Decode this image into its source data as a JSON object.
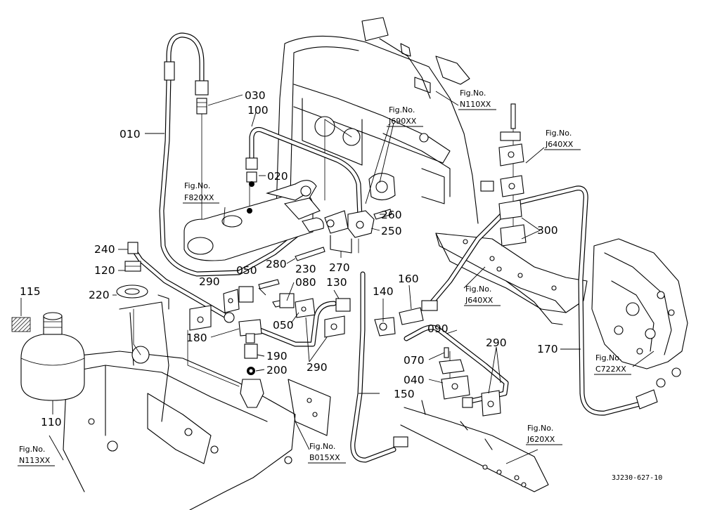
{
  "diagram": {
    "part_numbers": {
      "p010": "010",
      "p020": "020",
      "p030": "030",
      "p040": "040",
      "p050a": "050",
      "p050b": "050",
      "p070": "070",
      "p080": "080",
      "p090": "090",
      "p100": "100",
      "p110": "110",
      "p115": "115",
      "p120": "120",
      "p130": "130",
      "p140": "140",
      "p150": "150",
      "p160": "160",
      "p170": "170",
      "p180": "180",
      "p190": "190",
      "p200": "200",
      "p220": "220",
      "p230": "230",
      "p240": "240",
      "p250": "250",
      "p260": "260",
      "p270": "270",
      "p280": "280",
      "p290a": "290",
      "p290b": "290",
      "p290c": "290",
      "p300": "300"
    },
    "figure_refs": {
      "caption": "Fig.No.",
      "f820": "F820XX",
      "j690": "J690XX",
      "n110": "N110XX",
      "j640a": "J640XX",
      "j640b": "J640XX",
      "c722": "C722XX",
      "n113": "N113XX",
      "b015": "B015XX",
      "j620": "J620XX"
    },
    "drawing_code": "3J230-627-10"
  }
}
